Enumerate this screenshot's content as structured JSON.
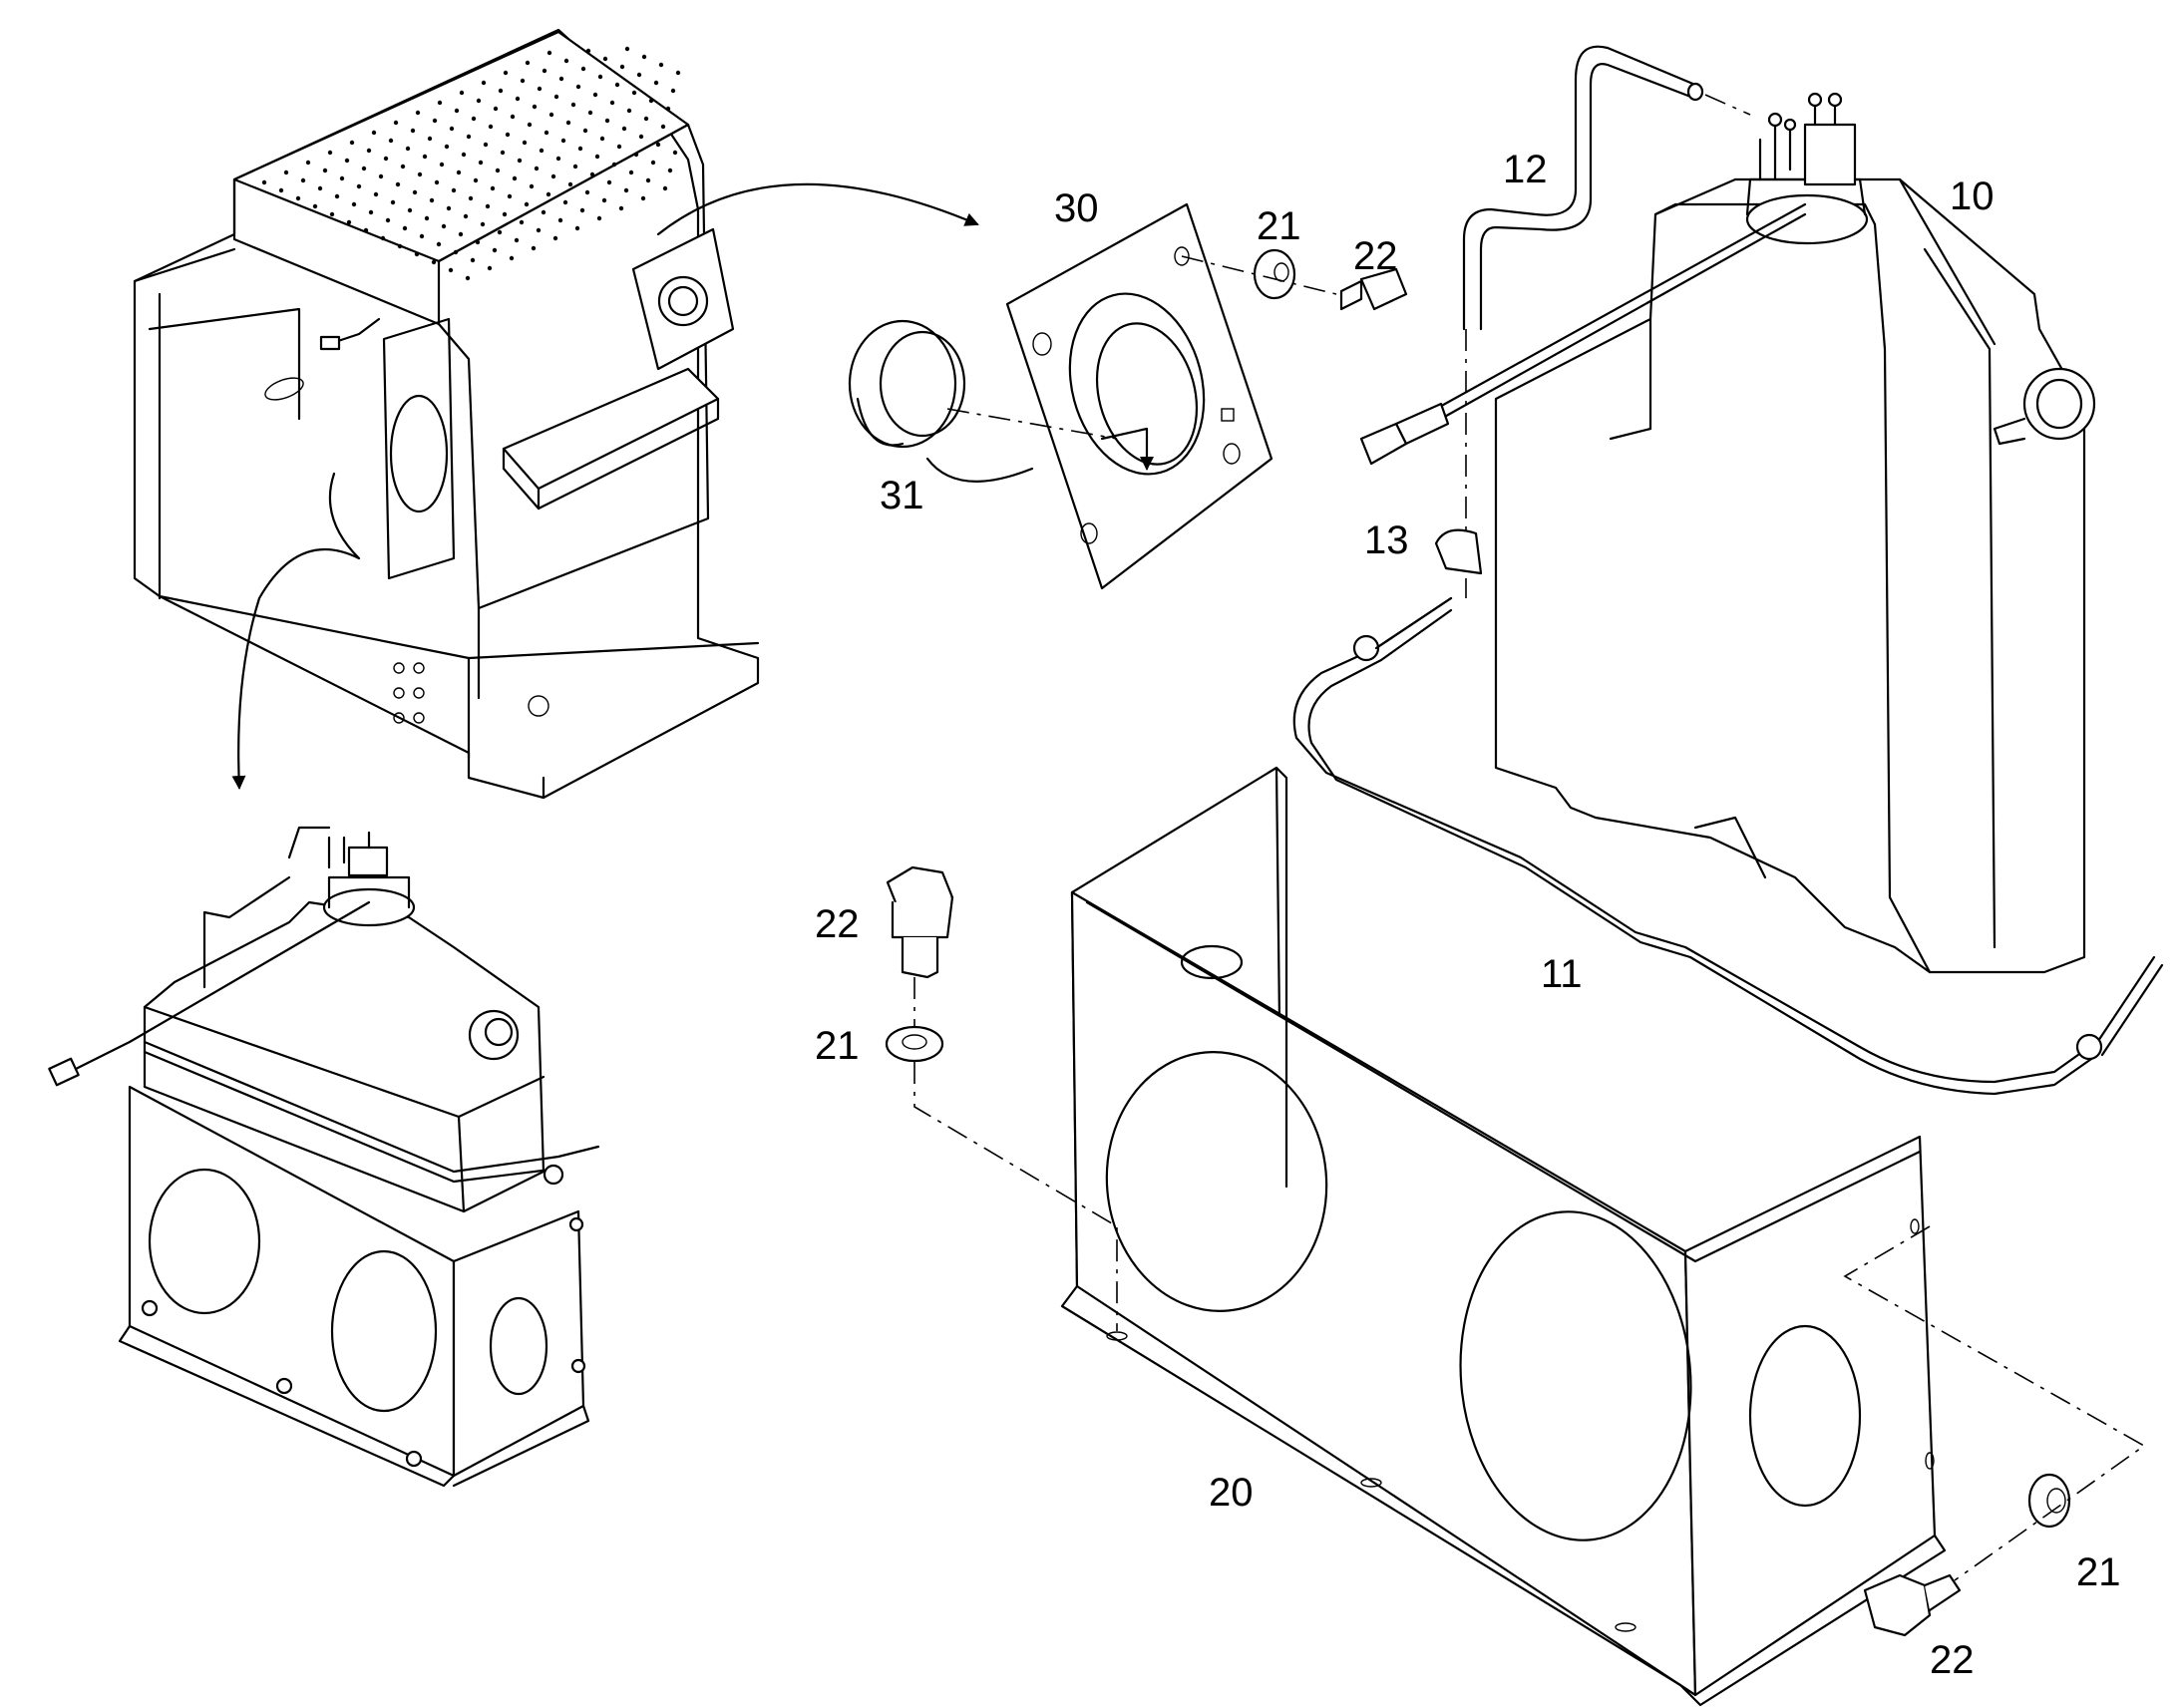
{
  "callouts": {
    "c10": "10",
    "c11": "11",
    "c12": "12",
    "c13": "13",
    "c20": "20",
    "c21_top": "21",
    "c22_top": "22",
    "c30": "30",
    "c31": "31",
    "c22_mid": "22",
    "c21_mid": "21",
    "c21_bottom": "21",
    "c22_bottom": "22"
  },
  "parts": [
    "washer-tank",
    "tank-strap",
    "hose",
    "hose-clip",
    "tank-bracket",
    "washer",
    "bolt",
    "cover-plate",
    "grommet",
    "vehicle-cab",
    "installed-assembly"
  ]
}
